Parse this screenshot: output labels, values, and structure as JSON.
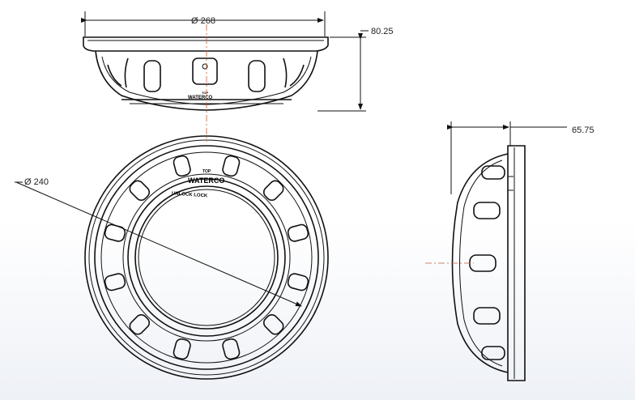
{
  "dimensions": {
    "top_diameter": "Ø 268",
    "height": "80.25",
    "front_diameter": "Ø 240",
    "depth": "65.75"
  },
  "markings": {
    "top": "TOP",
    "brand": "WATERCO",
    "lock": "UNLOCK  LOCK"
  }
}
